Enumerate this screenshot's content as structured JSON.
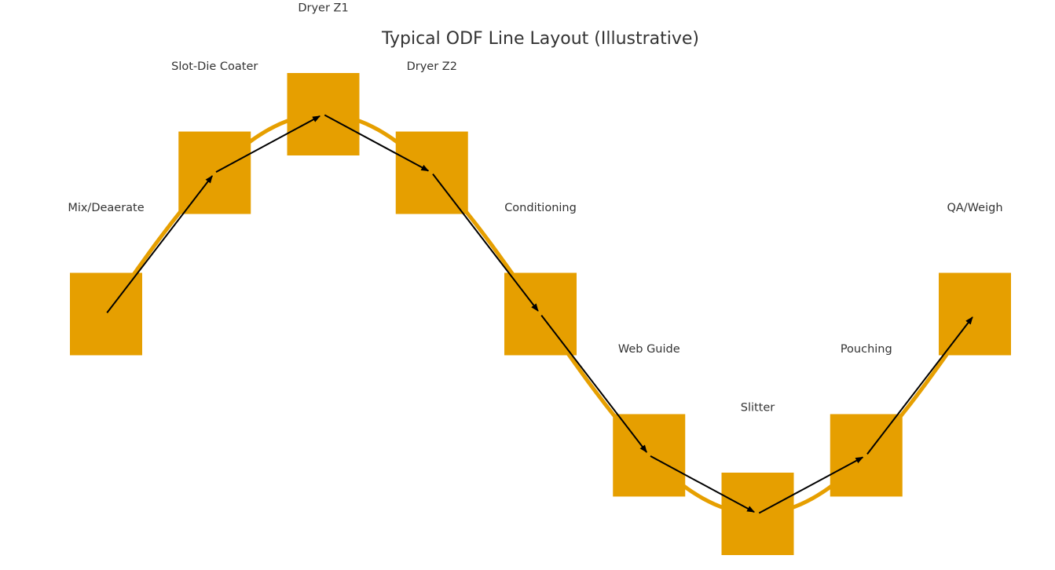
{
  "title": "Typical ODF Line Layout (Illustrative)",
  "colors": {
    "station": "#E69F00",
    "curve": "#E69F00",
    "arrow": "#000000",
    "text": "#333333"
  },
  "stations": [
    {
      "label": "Mix/Deaerate"
    },
    {
      "label": "Slot-Die Coater"
    },
    {
      "label": "Dryer Z1"
    },
    {
      "label": "Dryer Z2"
    },
    {
      "label": "Conditioning"
    },
    {
      "label": "Web Guide"
    },
    {
      "label": "Slitter"
    },
    {
      "label": "Pouching"
    },
    {
      "label": "QA/Weigh"
    }
  ]
}
